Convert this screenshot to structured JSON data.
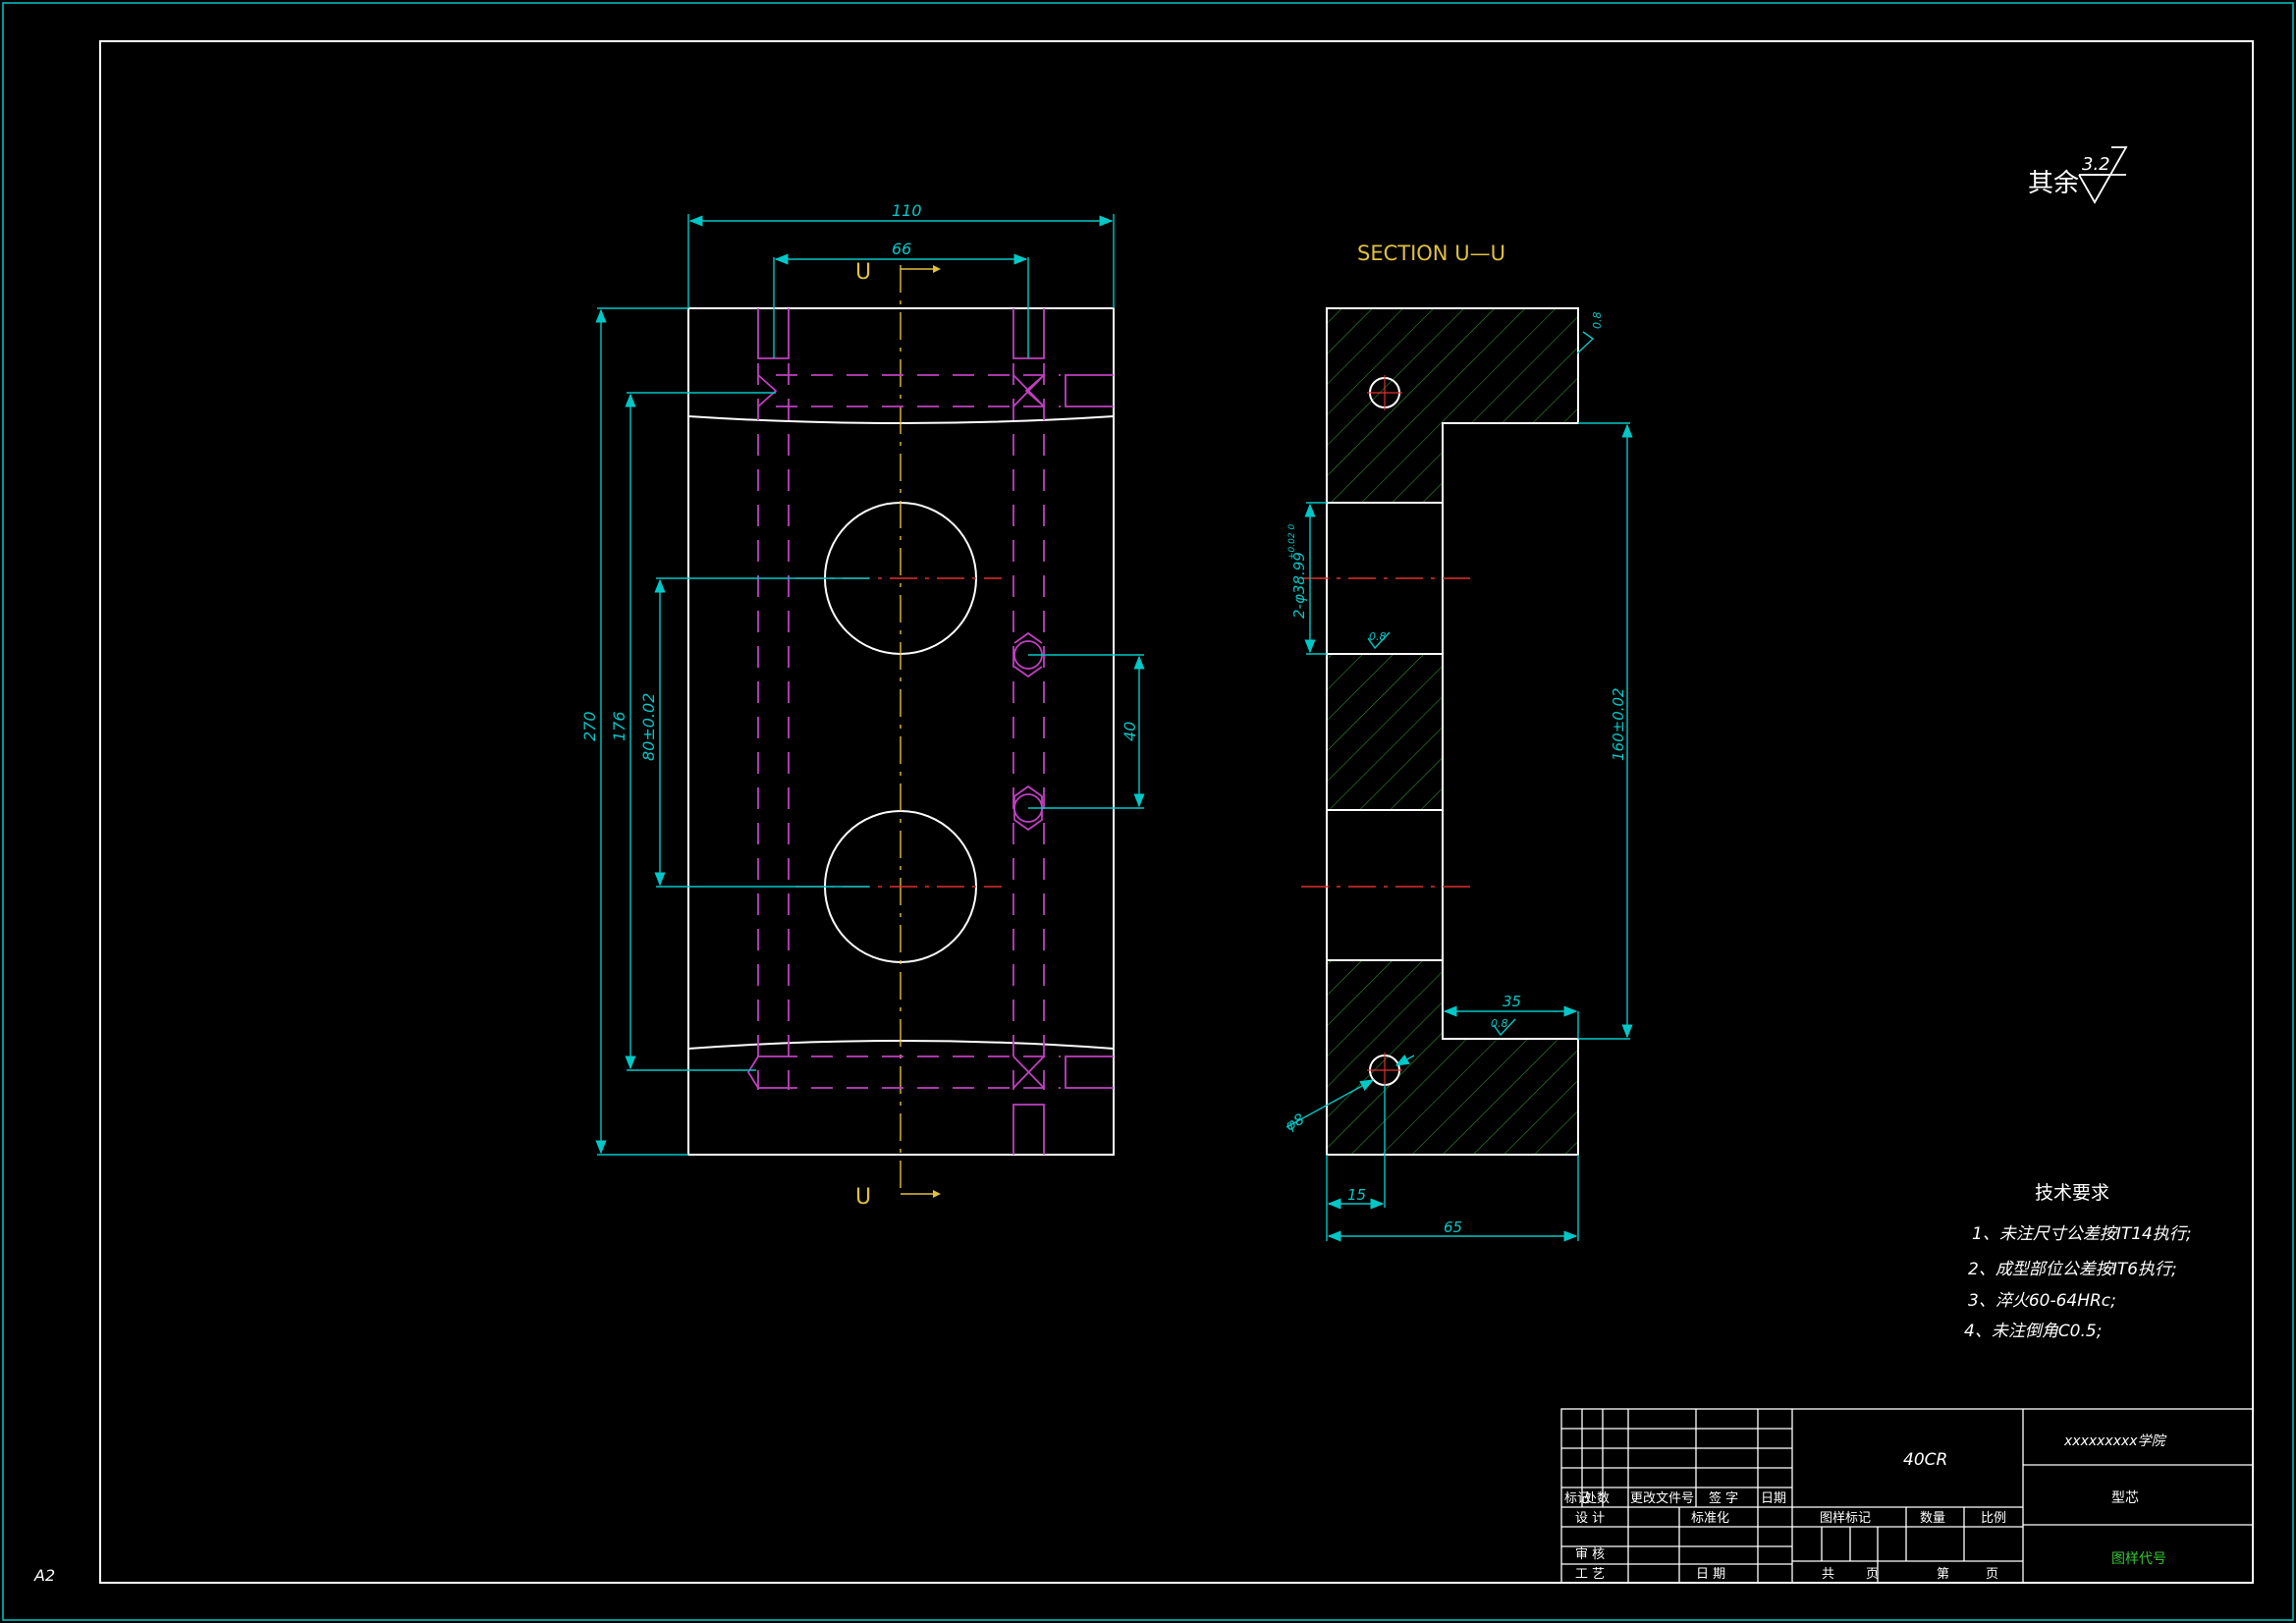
{
  "drawing": {
    "roughness_label": "其余",
    "roughness_value": "3.2",
    "section_title": "SECTION  U—U",
    "section_marker": "U",
    "sheet_size": "A2"
  },
  "dimensions": {
    "front_width": "110",
    "front_inner": "66",
    "front_height": "270",
    "front_176": "176",
    "front_hole_spacing": "80±0.02",
    "front_40": "40",
    "sec_hole_dia": "2-φ38.99",
    "sec_hole_tol": "+0.02 0",
    "sec_160": "160±0.02",
    "sec_35": "35",
    "sec_15": "15",
    "sec_65": "65",
    "sec_phi8": "φ8",
    "ra_08": "0.8"
  },
  "tech_requirements": {
    "title": "技术要求",
    "items": [
      "1、未注尺寸公差按IT14执行;",
      "2、成型部位公差按IT6执行;",
      "3、淬火60-64HRc;",
      "4、未注倒角C0.5;"
    ]
  },
  "title_block": {
    "material": "40CR",
    "school": "xxxxxxxxx学院",
    "part_name": "型芯",
    "drawing_code": "图样代号",
    "rev_headers": [
      "标记",
      "处数",
      "更改文件号",
      "签 字",
      "日期"
    ],
    "designer": "设 计",
    "standard": "标准化",
    "review": "审 核",
    "process": "工 艺",
    "date": "日 期",
    "stage_mark": "图样标记",
    "quantity": "数量",
    "scale": "比例",
    "total": "共",
    "sheet": "页",
    "nth": "第",
    "page": "页"
  }
}
